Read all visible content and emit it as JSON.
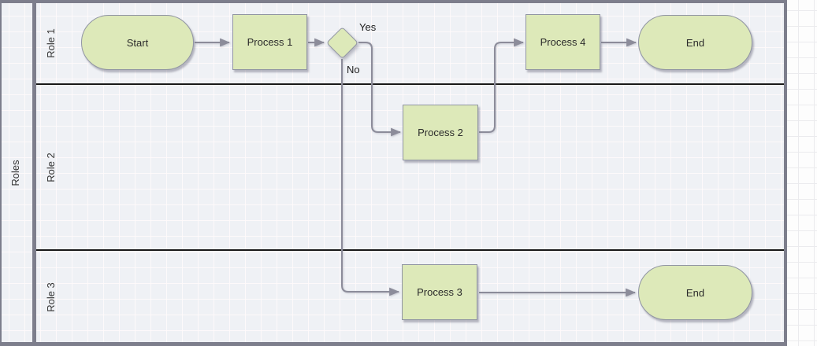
{
  "diagram": {
    "pool_label": "Roles",
    "lanes": [
      {
        "label": "Role 1"
      },
      {
        "label": "Role 2"
      },
      {
        "label": "Role 3"
      }
    ],
    "nodes": [
      {
        "id": "start",
        "type": "terminator",
        "label": "Start",
        "lane": "Role 1"
      },
      {
        "id": "process1",
        "type": "process",
        "label": "Process 1",
        "lane": "Role 1"
      },
      {
        "id": "decision1",
        "type": "decision",
        "label": "",
        "lane": "Role 1"
      },
      {
        "id": "process2",
        "type": "process",
        "label": "Process 2",
        "lane": "Role 2"
      },
      {
        "id": "process3",
        "type": "process",
        "label": "Process 3",
        "lane": "Role 3"
      },
      {
        "id": "process4",
        "type": "process",
        "label": "Process 4",
        "lane": "Role 1"
      },
      {
        "id": "end-role1",
        "type": "terminator",
        "label": "End",
        "lane": "Role 1"
      },
      {
        "id": "end-role3",
        "type": "terminator",
        "label": "End",
        "lane": "Role 3"
      }
    ],
    "edge_labels": {
      "yes": "Yes",
      "no": "No"
    },
    "edges": [
      {
        "from": "start",
        "to": "process1",
        "label": ""
      },
      {
        "from": "process1",
        "to": "decision1",
        "label": ""
      },
      {
        "from": "decision1",
        "to": "process2",
        "label": "Yes"
      },
      {
        "from": "decision1",
        "to": "process3",
        "label": "No"
      },
      {
        "from": "process2",
        "to": "process4",
        "label": ""
      },
      {
        "from": "process4",
        "to": "end-role1",
        "label": ""
      },
      {
        "from": "process3",
        "to": "end-role3",
        "label": ""
      }
    ],
    "colors": {
      "shape_fill": "#dde9b9",
      "shape_border": "#9195a3",
      "edge": "#8c8c9a",
      "lane_divider": "#181818",
      "pool_border": "#7d7e8c",
      "pool_background": "#eff1f5",
      "canvas_background": "#fdfdfd"
    }
  }
}
